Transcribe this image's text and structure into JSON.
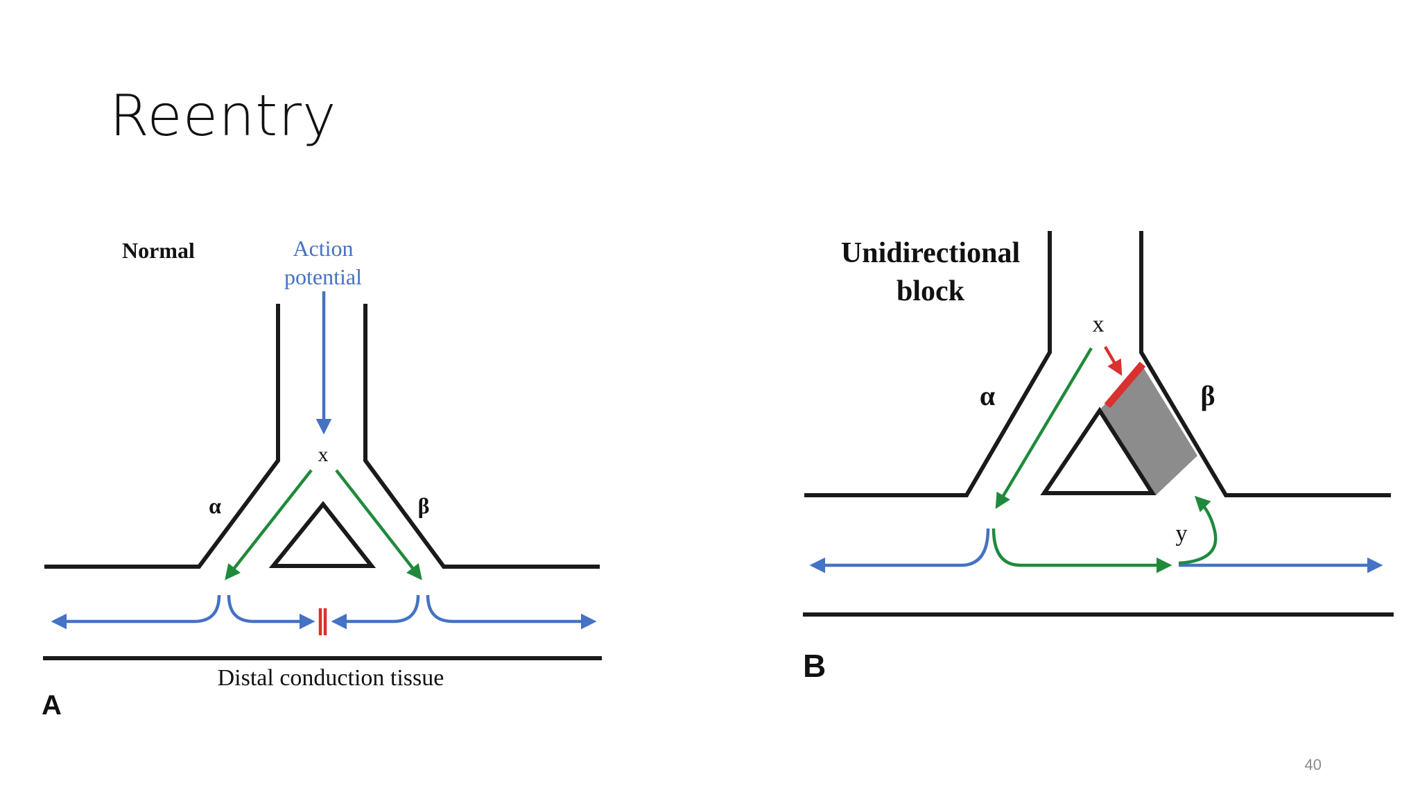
{
  "slide": {
    "title": "Reentry",
    "page_number": "40"
  },
  "panel_a": {
    "letter": "A",
    "heading": "Normal",
    "ap_label_line1": "Action",
    "ap_label_line2": "potential",
    "point_x": "x",
    "alpha": "α",
    "beta": "β",
    "bottom_label": "Distal conduction tissue"
  },
  "panel_b": {
    "letter": "B",
    "heading_line1": "Unidirectional",
    "heading_line2": "block",
    "point_x": "x",
    "point_y": "y",
    "alpha": "α",
    "beta": "β"
  },
  "colors": {
    "wall": "#1a1a1a",
    "conduction_blue": "#4472c4",
    "branch_green": "#1f8a3b",
    "block_red": "#d93030",
    "block_region_gray": "#8c8c8c"
  }
}
